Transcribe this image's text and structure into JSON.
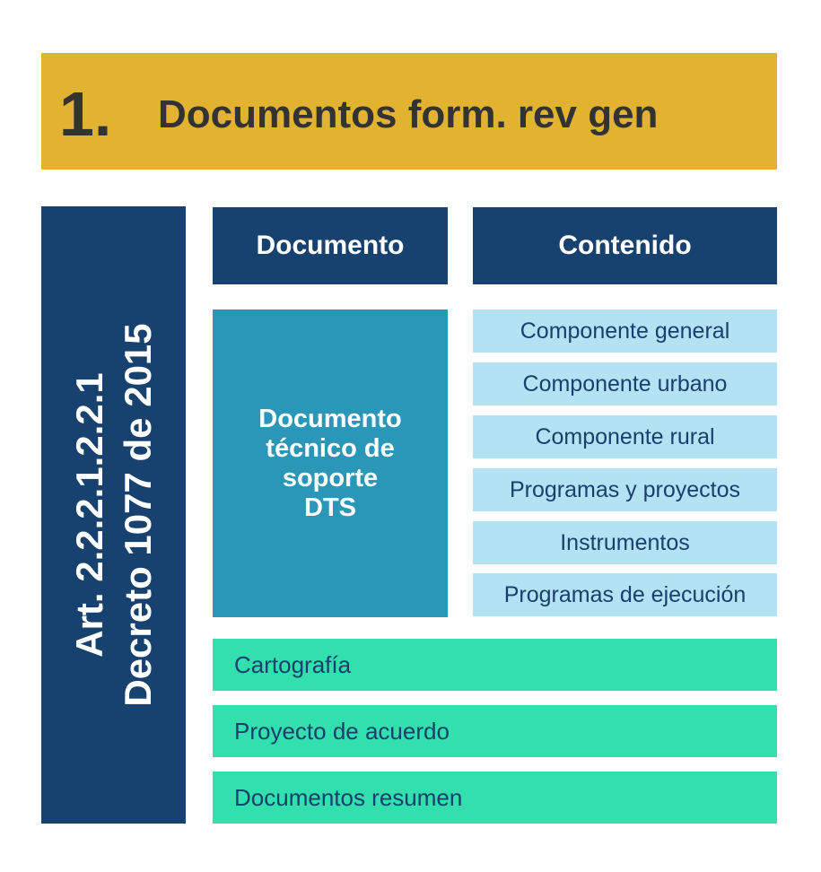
{
  "header": {
    "number": "1.",
    "title": "Documentos form. rev gen"
  },
  "side": {
    "line1": "Art. 2.2.2.1.2.2.1",
    "line2": "Decreto 1077 de 2015"
  },
  "columns": {
    "documento": "Documento",
    "contenido": "Contenido"
  },
  "dts": {
    "l1": "Documento",
    "l2": "técnico de",
    "l3": "soporte",
    "l4": "DTS"
  },
  "contents": [
    "Componente general",
    "Componente urbano",
    "Componente rural",
    "Programas y proyectos",
    "Instrumentos",
    "Programas de ejecución"
  ],
  "others": [
    "Cartografía",
    "Proyecto de acuerdo",
    "Documentos resumen"
  ]
}
